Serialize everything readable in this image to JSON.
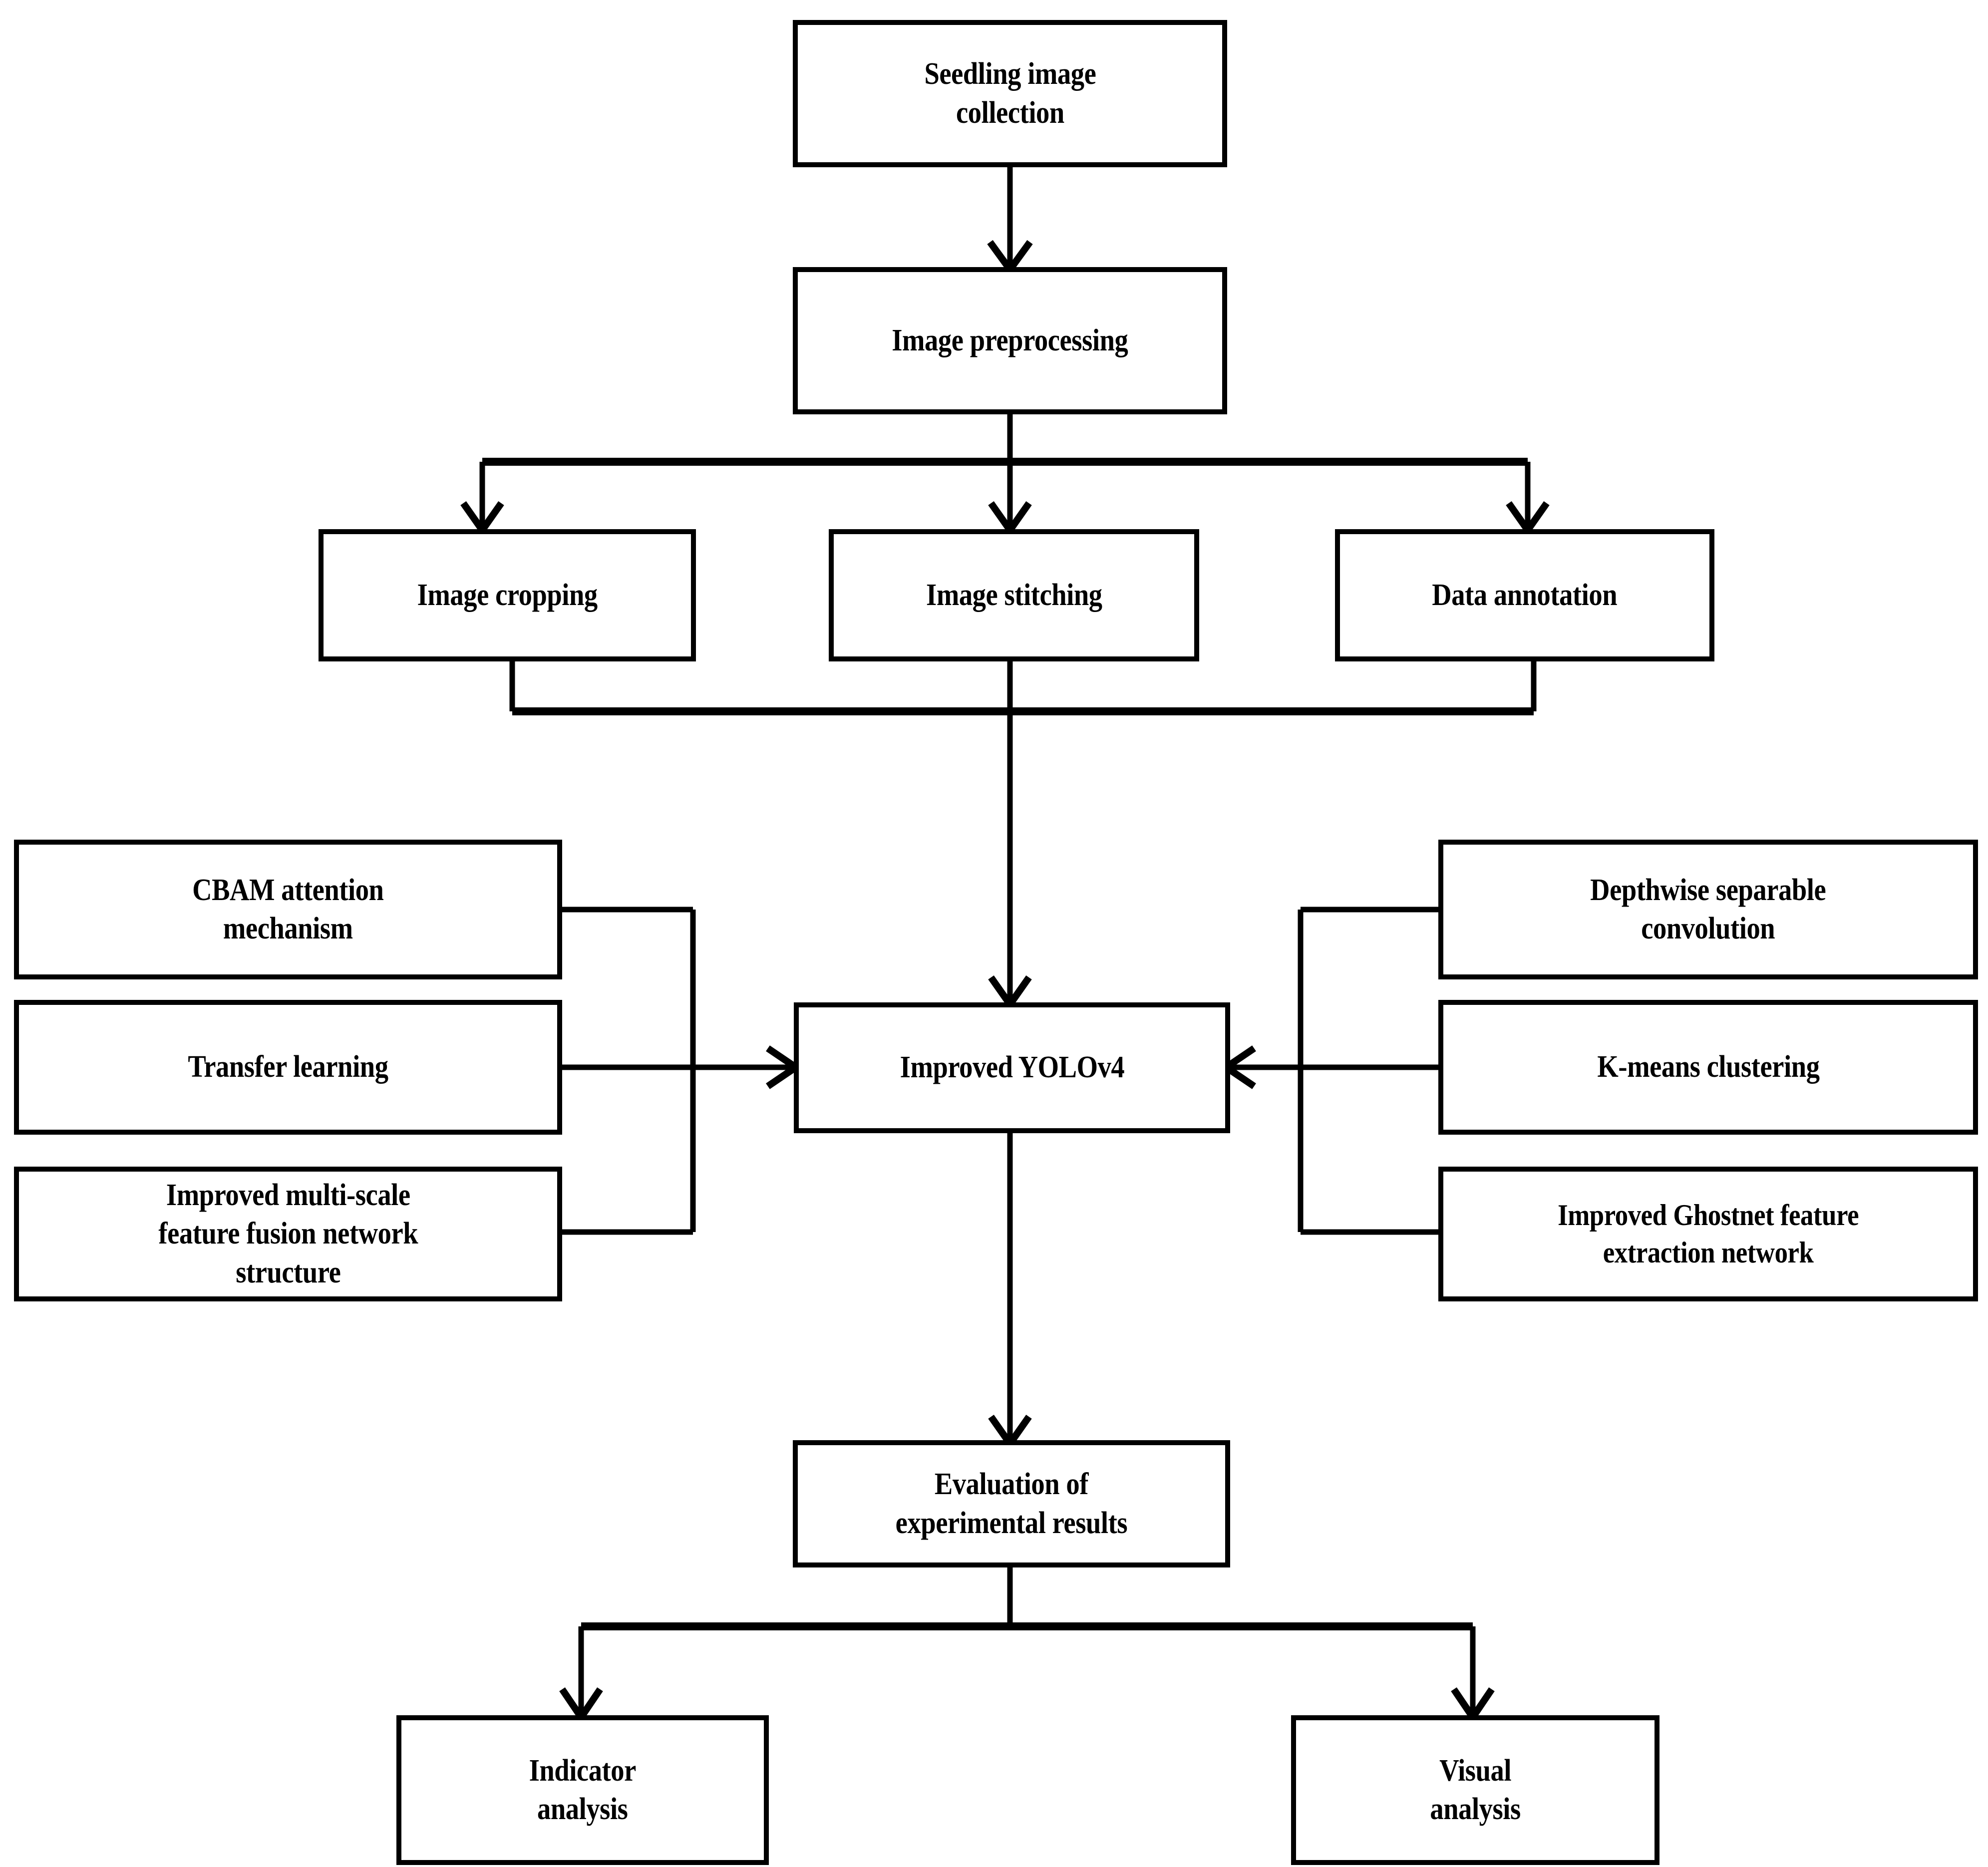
{
  "diagram": {
    "type": "flowchart",
    "orientation": "top-to-bottom",
    "background_color": "#ffffff",
    "line_color": "#000000",
    "text_color": "#000000",
    "nodes": {
      "seedling_image_collection": "Seedling image\ncollection",
      "image_preprocessing": "Image preprocessing",
      "image_cropping": "Image cropping",
      "image_stitching": "Image stitching",
      "data_annotation": "Data annotation",
      "cbam_attention_mechanism": "CBAM attention\nmechanism",
      "transfer_learning": "Transfer learning",
      "improved_multi_scale_feature_fusion": "Improved multi-scale\nfeature fusion network\nstructure",
      "improved_yolov4": "Improved YOLOv4",
      "depthwise_separable_convolution": "Depthwise separable\nconvolution",
      "kmeans_clustering": "K-means clustering",
      "improved_ghostnet_feature_extraction": "Improved Ghostnet feature\nextraction network",
      "evaluation_of_experimental_results": "Evaluation of\nexperimental results",
      "indicator_analysis": "Indicator\nanalysis",
      "visual_analysis": "Visual\nanalysis"
    },
    "edges": [
      {
        "from": "seedling_image_collection",
        "to": "image_preprocessing",
        "arrow": true
      },
      {
        "from": "image_preprocessing",
        "to": "image_cropping",
        "arrow": true
      },
      {
        "from": "image_preprocessing",
        "to": "image_stitching",
        "arrow": true
      },
      {
        "from": "image_preprocessing",
        "to": "data_annotation",
        "arrow": true
      },
      {
        "from": "image_cropping",
        "to": "improved_yolov4",
        "arrow": true
      },
      {
        "from": "image_stitching",
        "to": "improved_yolov4",
        "arrow": true
      },
      {
        "from": "data_annotation",
        "to": "improved_yolov4",
        "arrow": true
      },
      {
        "from": "cbam_attention_mechanism",
        "to": "improved_yolov4",
        "arrow": true
      },
      {
        "from": "transfer_learning",
        "to": "improved_yolov4",
        "arrow": true
      },
      {
        "from": "improved_multi_scale_feature_fusion",
        "to": "improved_yolov4",
        "arrow": true
      },
      {
        "from": "depthwise_separable_convolution",
        "to": "improved_yolov4",
        "arrow": true
      },
      {
        "from": "kmeans_clustering",
        "to": "improved_yolov4",
        "arrow": true
      },
      {
        "from": "improved_ghostnet_feature_extraction",
        "to": "improved_yolov4",
        "arrow": true
      },
      {
        "from": "improved_yolov4",
        "to": "evaluation_of_experimental_results",
        "arrow": true
      },
      {
        "from": "evaluation_of_experimental_results",
        "to": "indicator_analysis",
        "arrow": true
      },
      {
        "from": "evaluation_of_experimental_results",
        "to": "visual_analysis",
        "arrow": true
      }
    ]
  }
}
